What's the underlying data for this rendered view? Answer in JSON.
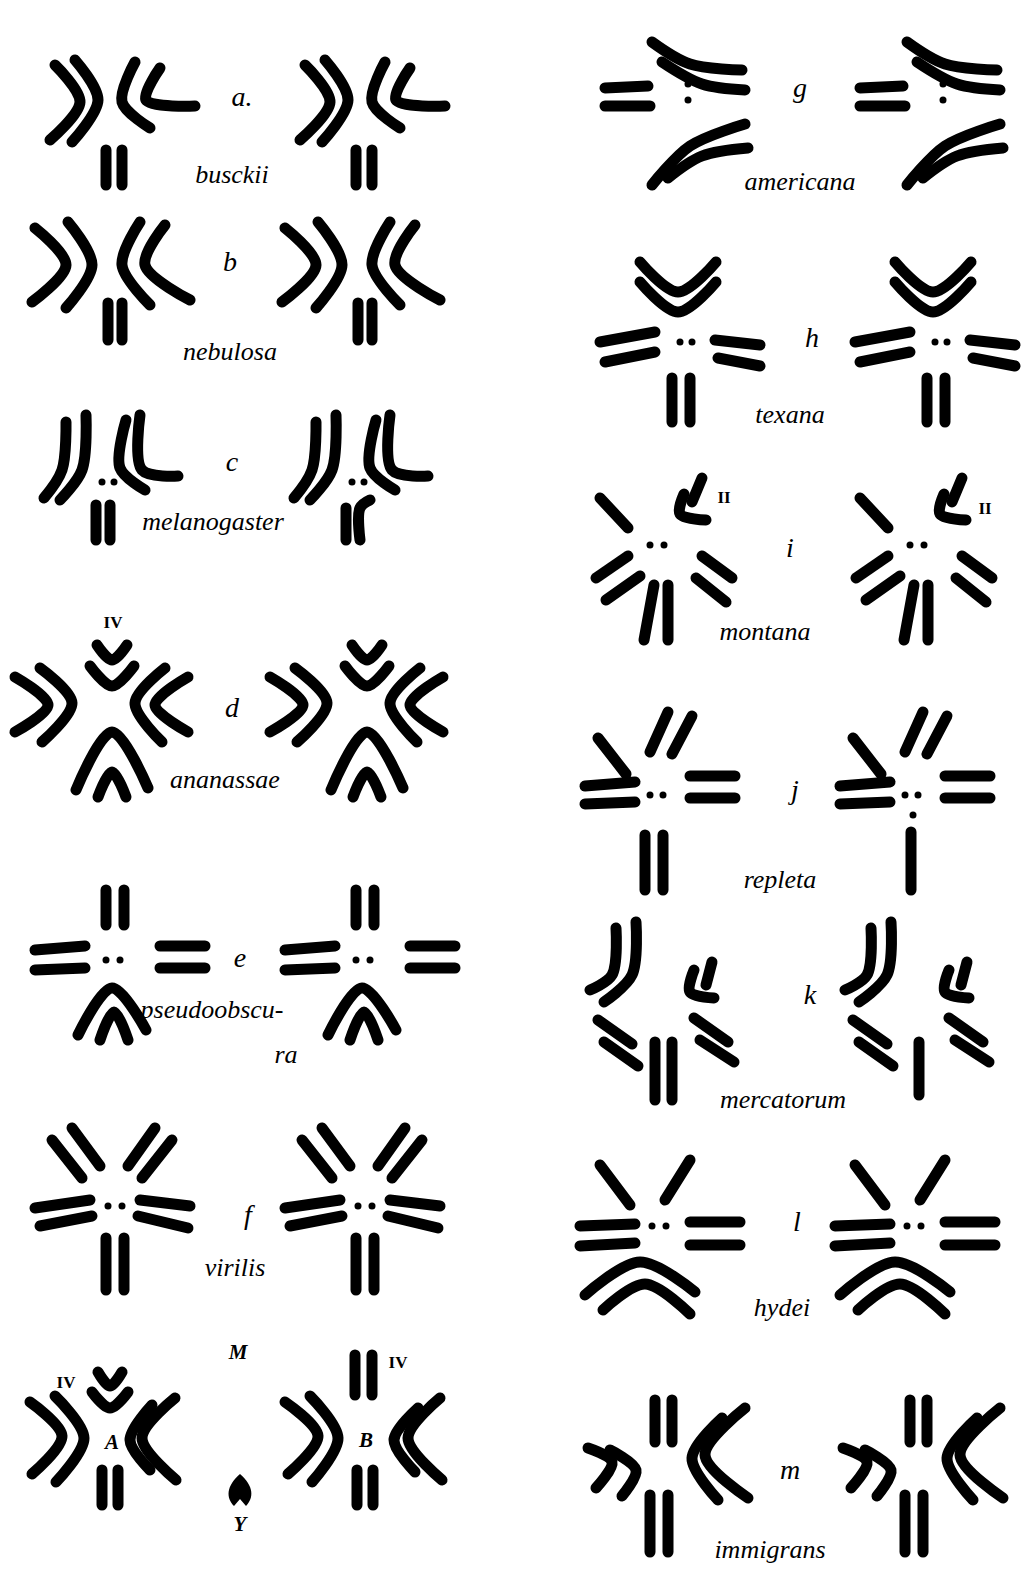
{
  "diagram": {
    "labels": [
      "a.",
      "busckii",
      "b",
      "nebulosa",
      "c",
      "melanogaster",
      "IV",
      "d",
      "ananassae",
      "e",
      "pseudoobscu-",
      "ra",
      "f",
      "virilis",
      "IV",
      "A",
      "M",
      "IV",
      "B",
      "Y",
      "g",
      "americana",
      "h",
      "texana",
      "II",
      "i",
      "II",
      "montana",
      "j",
      "repleta",
      "k",
      "mercatorum",
      "l",
      "hydei",
      "m",
      "immigrans"
    ]
  }
}
